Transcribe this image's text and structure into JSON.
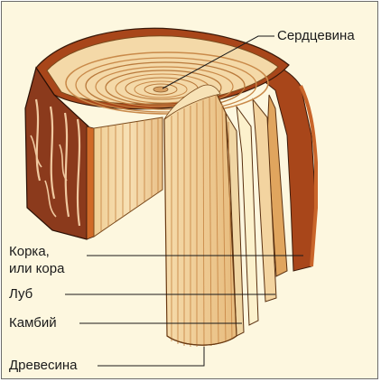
{
  "labels": {
    "pith": "Сердцевина",
    "bark_line1": "Корка,",
    "bark_line2": "или кора",
    "phloem": "Луб",
    "cambium": "Камбий",
    "wood": "Древесина"
  },
  "colors": {
    "background": "#fdf7df",
    "bark": "#8b3a1c",
    "bark_outer": "#b8551f",
    "wood_light": "#f4d9a8",
    "wood_mid": "#e8bd7e",
    "ring": "#c98a4a",
    "phloem": "#f6e2b0",
    "cambium": "#fbf1cc"
  }
}
